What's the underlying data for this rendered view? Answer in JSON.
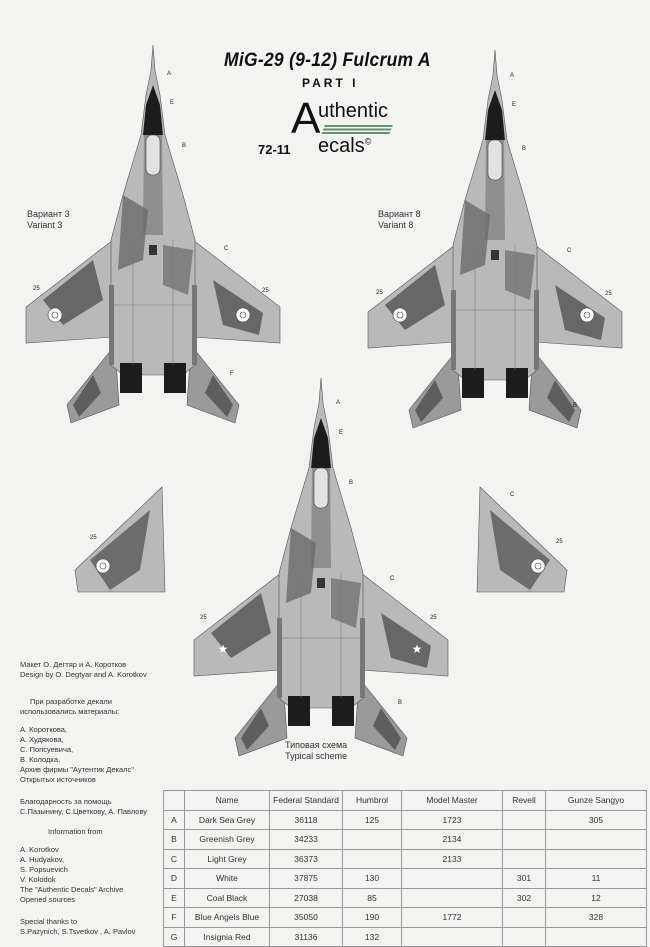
{
  "header": {
    "title": "MiG-29 (9-12) Fulcrum A",
    "part": "PART I",
    "catalog_number": "72-11",
    "brand_letter": "A",
    "brand_line1": "uthentic",
    "brand_line2": "ecals",
    "copyright": "©",
    "brand_color": "#6a8f72"
  },
  "variants": [
    {
      "label_ru": "Вариант 3",
      "label_en": "Variant 3"
    },
    {
      "label_ru": "Вариант 8",
      "label_en": "Variant 8"
    },
    {
      "label_ru": "Типовая схема",
      "label_en": "Typical scheme"
    }
  ],
  "callouts": {
    "a": "A",
    "e": "E",
    "b": "B",
    "c": "C",
    "f": "F",
    "n25": "25"
  },
  "credits": {
    "design_ru": "Макет О. Дегтяр и А. Коротков",
    "design_en": "Design by O. Degtyar and A. Korotkov",
    "materials_ru_1": "При разработке декали",
    "materials_ru_2": "использовались материалы:",
    "materials_ru_list": [
      "А. Короткова,",
      "А. Худякова,",
      "С. Попсуевича,",
      "В. Колодка,",
      "Архив фирмы \"Аутентик Декалс\"",
      "Открытых источников"
    ],
    "thanks_ru_1": "Благодарность за помощь",
    "thanks_ru_2": "С.Пазынину, С.Цветкову, А. Павлову",
    "info_en": "Information from",
    "info_en_list": [
      "A. Korotkov",
      "A. Hudyakov,",
      "S. Popsuevich",
      "V. Kolodok",
      "The \"Authentic Decals\" Archive",
      "Opened sources"
    ],
    "thanks_en_1": "Special thanks to",
    "thanks_en_2": "S.Pazynich, S.Tsvetkov , A. Pavlov"
  },
  "paint_table": {
    "headers": [
      "",
      "Name",
      "Federal Standard",
      "Humbrol",
      "Model Master",
      "Revell",
      "Gunze Sangyo"
    ],
    "rows": [
      [
        "A",
        "Dark Sea Grey",
        "36118",
        "125",
        "1723",
        "",
        "305"
      ],
      [
        "B",
        "Greenish Grey",
        "34233",
        "",
        "2134",
        "",
        ""
      ],
      [
        "C",
        "Light Grey",
        "36373",
        "",
        "2133",
        "",
        ""
      ],
      [
        "D",
        "White",
        "37875",
        "130",
        "",
        "301",
        "11"
      ],
      [
        "E",
        "Coal Black",
        "27038",
        "85",
        "",
        "302",
        "12"
      ],
      [
        "F",
        "Blue Angels Blue",
        "35050",
        "190",
        "1772",
        "",
        "328"
      ],
      [
        "G",
        "Insignia Red",
        "31136",
        "132",
        "",
        "",
        ""
      ]
    ]
  },
  "colors": {
    "light_grey": "#b9b9b9",
    "medium_grey": "#8e8e8e",
    "dark_grey": "#5e5e5e",
    "black": "#1c1c1c"
  }
}
